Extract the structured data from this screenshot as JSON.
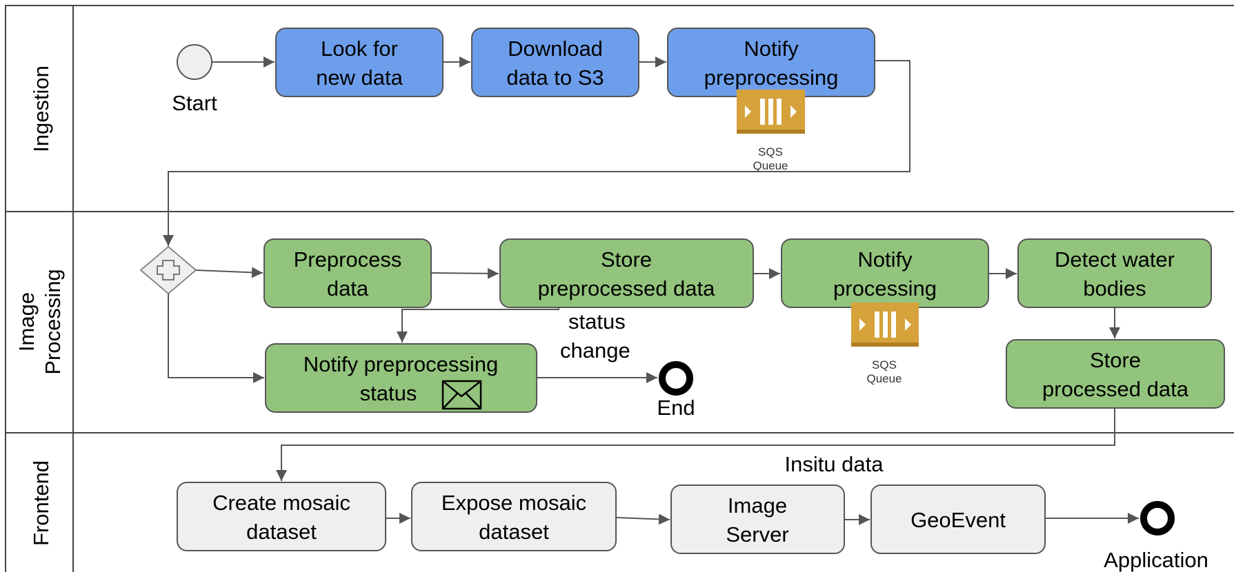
{
  "lanes": {
    "ingestion": "Ingestion",
    "image_processing_line1": "Image",
    "image_processing_line2": "Processing",
    "frontend": "Frontend"
  },
  "ingestion": {
    "start_label": "Start",
    "look_for_new_data": [
      "Look for",
      "new data"
    ],
    "download_data": [
      "Download",
      "data to S3"
    ],
    "notify_preprocessing": [
      "Notify",
      "preprocessing"
    ],
    "sqs_label": [
      "SQS",
      "Queue"
    ]
  },
  "image_processing": {
    "preprocess_data": [
      "Preprocess",
      "data"
    ],
    "store_preprocessed": [
      "Store",
      "preprocessed data"
    ],
    "notify_processing": [
      "Notify",
      "processing"
    ],
    "detect_water_bodies": [
      "Detect water",
      "bodies"
    ],
    "notify_preprocessing_status": [
      "Notify preprocessing",
      "status"
    ],
    "status_change": [
      "status",
      "change"
    ],
    "end_label": "End",
    "sqs_label": [
      "SQS",
      "Queue"
    ],
    "store_processed": [
      "Store",
      "processed data"
    ]
  },
  "frontend": {
    "insitu_data": "Insitu data",
    "create_mosaic": [
      "Create mosaic",
      "dataset"
    ],
    "expose_mosaic": [
      "Expose mosaic",
      "dataset"
    ],
    "image_server": [
      "Image",
      "Server"
    ],
    "geoevent": "GeoEvent",
    "application_label": "Application"
  },
  "colors": {
    "ingestion_task": "#6d9eeb",
    "processing_task": "#93c47d",
    "frontend_task": "#efefef",
    "sqs": "#d6a23c"
  }
}
